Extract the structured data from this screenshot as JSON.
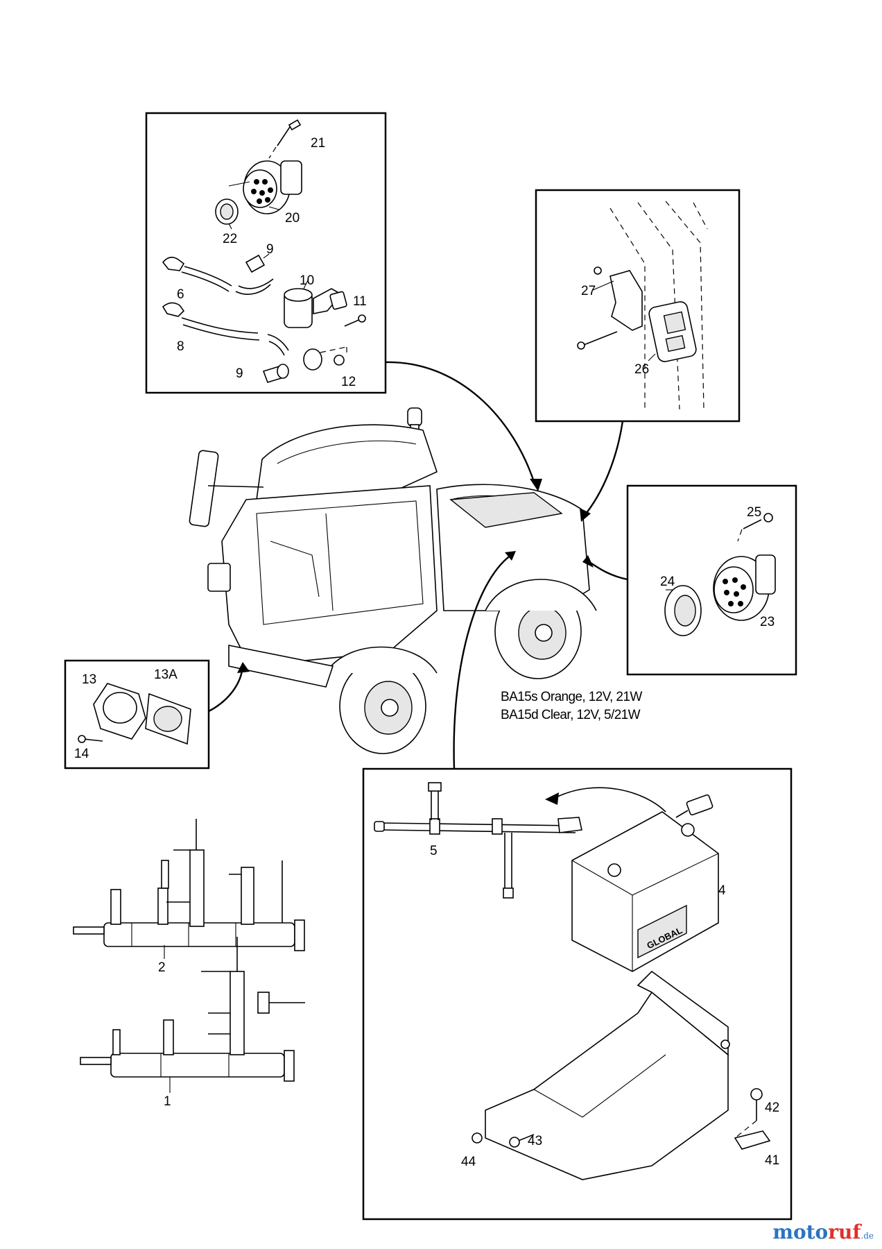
{
  "callouts": {
    "c1": "1",
    "c2": "2",
    "c4": "4",
    "c5": "5",
    "c6": "6",
    "c8": "8",
    "c9a": "9",
    "c9b": "9",
    "c10": "10",
    "c11": "11",
    "c12": "12",
    "c13": "13",
    "c13a": "13A",
    "c14": "14",
    "c20": "20",
    "c21": "21",
    "c22": "22",
    "c23": "23",
    "c24": "24",
    "c25": "25",
    "c26": "26",
    "c27": "27",
    "c41": "41",
    "c42": "42",
    "c43": "43",
    "c44": "44"
  },
  "battery_text": "GLOBAL",
  "notes": {
    "line1": "BA15s Orange, 12V, 21W",
    "line2": "BA15d Clear, 12V, 5/21W"
  },
  "watermark": {
    "part1": "moto",
    "part2": "ruf",
    "tld": ".de"
  },
  "colors": {
    "logo_blue": "#2a73c2",
    "logo_red": "#e0302a"
  }
}
